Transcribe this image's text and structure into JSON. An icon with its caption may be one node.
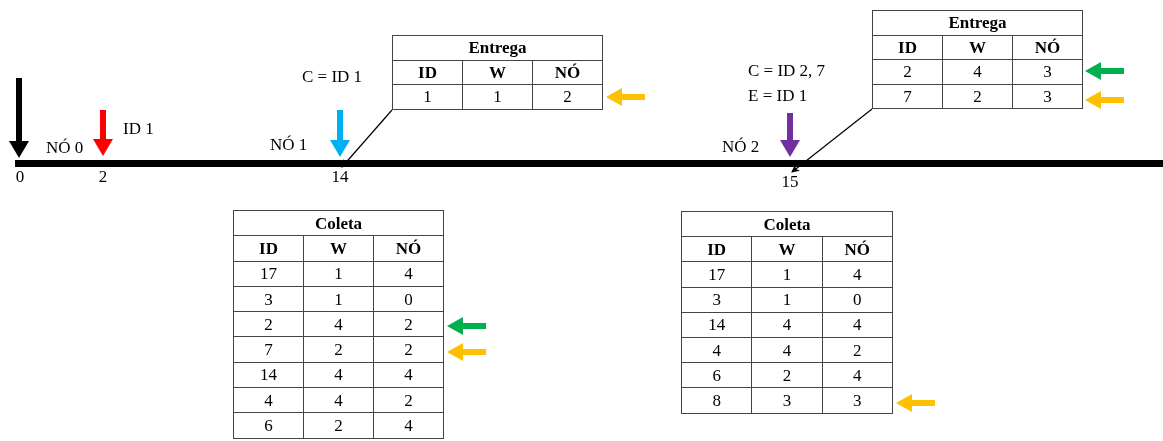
{
  "diagram": {
    "nodes": [
      {
        "text": [
          "Entrega",
          "ID",
          "W",
          "NÓ",
          "1",
          "1",
          "2"
        ]
      },
      {
        "text": [
          "Entrega",
          "ID",
          "W",
          "NÓ",
          "2",
          "4",
          "3",
          "7",
          "2",
          "3"
        ]
      },
      {
        "text": [
          "Coleta",
          "ID",
          "W",
          "NÓ",
          "17",
          "1",
          "4",
          "3",
          "1",
          "0",
          "2",
          "4",
          "2",
          "7",
          "2",
          "2",
          "14",
          "4",
          "4",
          "4",
          "4",
          "2",
          "6",
          "2",
          "4"
        ]
      },
      {
        "text": [
          "Coleta",
          "ID",
          "W",
          "NÓ",
          "17",
          "1",
          "4",
          "3",
          "1",
          "0",
          "14",
          "4",
          "4",
          "4",
          "4",
          "2",
          "6",
          "2",
          "4",
          "8",
          "3",
          "3"
        ]
      },
      {
        "text": [
          "14"
        ]
      },
      {
        "text": [
          "15"
        ]
      }
    ],
    "edges": [
      {
        "from": 0,
        "to": 4,
        "arrow": "to"
      },
      {
        "from": 1,
        "to": 5,
        "arrow": "to"
      }
    ],
    "labels": [
      "C = ID 1",
      "C = ID 2, 7",
      "E = ID 1",
      "ID 1",
      "NÓ 0",
      "NÓ 1",
      "NÓ 2",
      "0",
      "2"
    ]
  }
}
